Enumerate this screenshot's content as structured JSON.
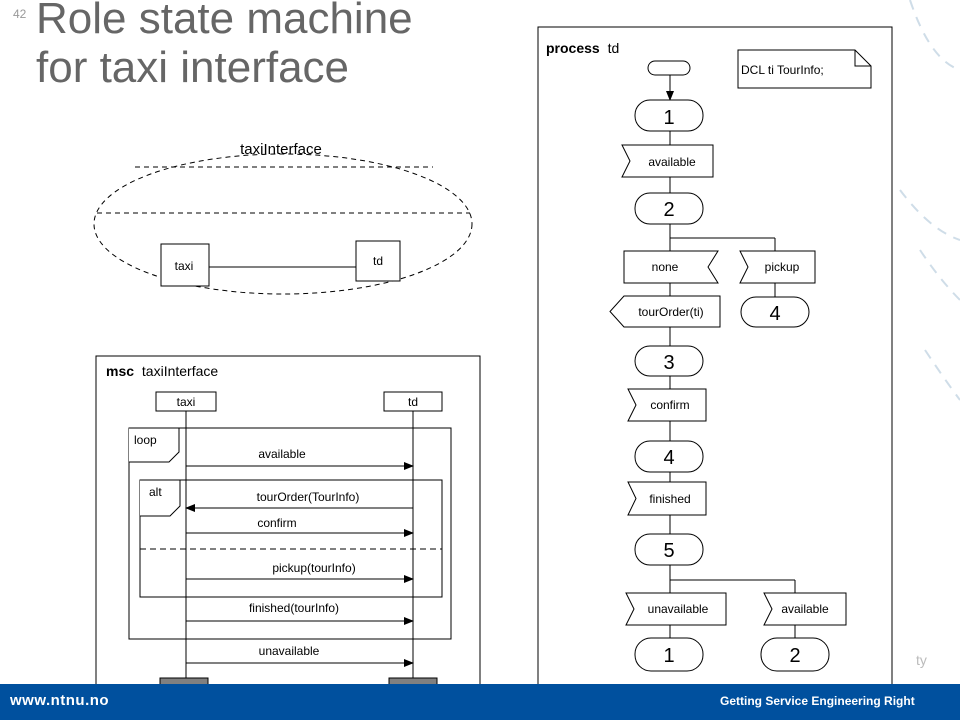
{
  "slide": {
    "number": "42",
    "title_line1": "Role state machine",
    "title_line2": "for taxi interface",
    "corner_fragment": "ty"
  },
  "footer": {
    "url": "www.ntnu.no",
    "slogan": "Getting Service Engineering Right"
  },
  "collaboration": {
    "name": "taxiInterface",
    "roles": [
      "taxi",
      "td"
    ]
  },
  "msc": {
    "keyword": "msc",
    "name": "taxiInterface",
    "lifelines": [
      "taxi",
      "td"
    ],
    "loop_label": "loop",
    "alt_label": "alt",
    "messages": [
      "available",
      "tourOrder(TourInfo)",
      "confirm",
      "pickup(tourInfo)",
      "finished(tourInfo)",
      "unavailable"
    ]
  },
  "process": {
    "keyword": "process",
    "name": "td",
    "declaration": "DCL ti TourInfo;",
    "states": [
      "1",
      "2",
      "3",
      "4",
      "5",
      "4",
      "1",
      "2"
    ],
    "signals": [
      "available",
      "none",
      "pickup",
      "tourOrder(ti)",
      "confirm",
      "finished",
      "unavailable",
      "available"
    ]
  },
  "colors": {
    "title": "#666666",
    "footer": "#00509e",
    "lines": "#000000"
  }
}
